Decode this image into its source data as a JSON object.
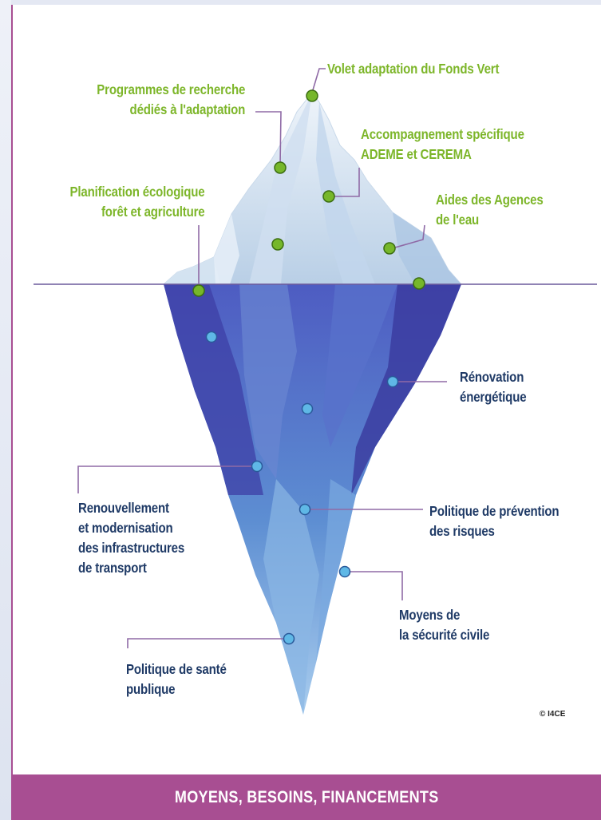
{
  "above_water": [
    {
      "id": "fonds-vert",
      "text": "Volet adaptation du Fonds Vert"
    },
    {
      "id": "recherche",
      "text": "Programmes de recherche\ndédiés à l'adaptation"
    },
    {
      "id": "ademe",
      "text": "Accompagnement spécifique\nADEME et CEREMA"
    },
    {
      "id": "planification",
      "text": "Planification écologique\nforêt et agriculture"
    },
    {
      "id": "agences-eau",
      "text": "Aides des Agences\nde l'eau"
    }
  ],
  "below_water": [
    {
      "id": "renovation",
      "text": "Rénovation\nénergétique"
    },
    {
      "id": "infrastructures",
      "text": "Renouvellement\net modernisation\ndes infrastructures\nde transport"
    },
    {
      "id": "risques",
      "text": "Politique de prévention\ndes risques"
    },
    {
      "id": "securite-civile",
      "text": "Moyens de\nla sécurité civile"
    },
    {
      "id": "sante",
      "text": "Politique de santé\npublique"
    }
  ],
  "copyright": "© I4CE",
  "footer_title": "MOYENS, BESOINS, FINANCEMENTS",
  "colors": {
    "frame": "#a84e92",
    "green_text": "#7db62a",
    "blue_text": "#1f3a66",
    "waterline": "#6c5a9c",
    "ice_light": "#dbe7f3",
    "ice_deep": "#4a5fb8",
    "green_dot": "#76b72a",
    "blue_dot": "#5fb8e6"
  }
}
